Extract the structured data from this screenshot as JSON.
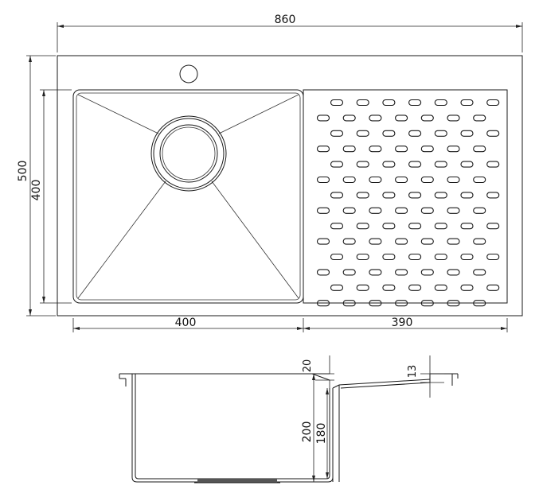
{
  "top_view": {
    "overall_width": "860",
    "overall_depth": "500",
    "bowl_depth": "400",
    "bowl_width": "400",
    "drainboard_width": "390"
  },
  "section_view": {
    "rim_step": "20",
    "drainboard_step": "13",
    "total_depth": "200",
    "inner_depth": "180"
  },
  "drainboard": {
    "slot_rows": 14,
    "slots_per_row": 7
  }
}
